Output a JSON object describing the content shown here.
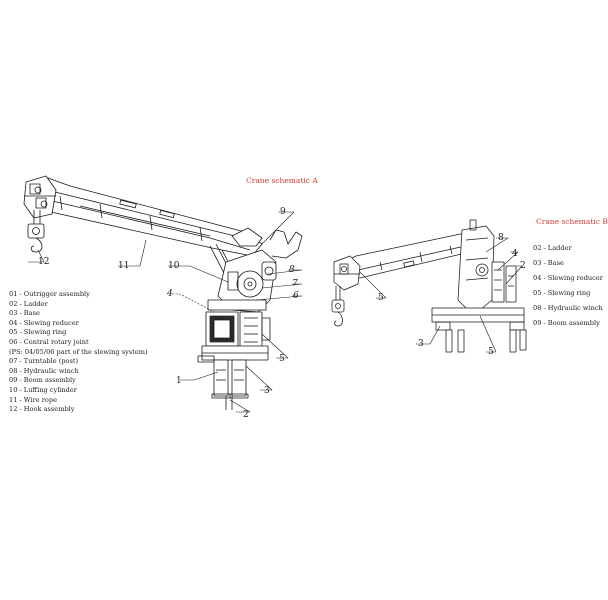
{
  "schematic_a": {
    "title": "Crane schematic A",
    "legend": [
      "01 - Outrigger assembly",
      "02 - Ladder",
      "03 - Base",
      "04 - Slewing reducer",
      "05 - Slewing ring",
      "06 - Central rotary joint",
      "(PS: 04/05/06 part of the slewing system)",
      "07 - Turntable (post)",
      "08 - Hydraulic winch",
      "09 - Boom assembly",
      "10 - Luffing cylinder",
      "11 - Wire rope",
      "12 - Hook assembly"
    ],
    "callouts": [
      "1",
      "2",
      "3",
      "4",
      "5",
      "6",
      "7",
      "8",
      "9",
      "10",
      "11",
      "12"
    ]
  },
  "schematic_b": {
    "title": "Crane schematic B",
    "legend": [
      "02 - Ladder",
      "03 - Base",
      "04 - Slewing reducer",
      "05 - Slewing ring",
      "08 - Hydraulic winch",
      "09 - Boom assembly"
    ],
    "callouts": [
      "2",
      "3",
      "4",
      "5",
      "8"
    ]
  }
}
